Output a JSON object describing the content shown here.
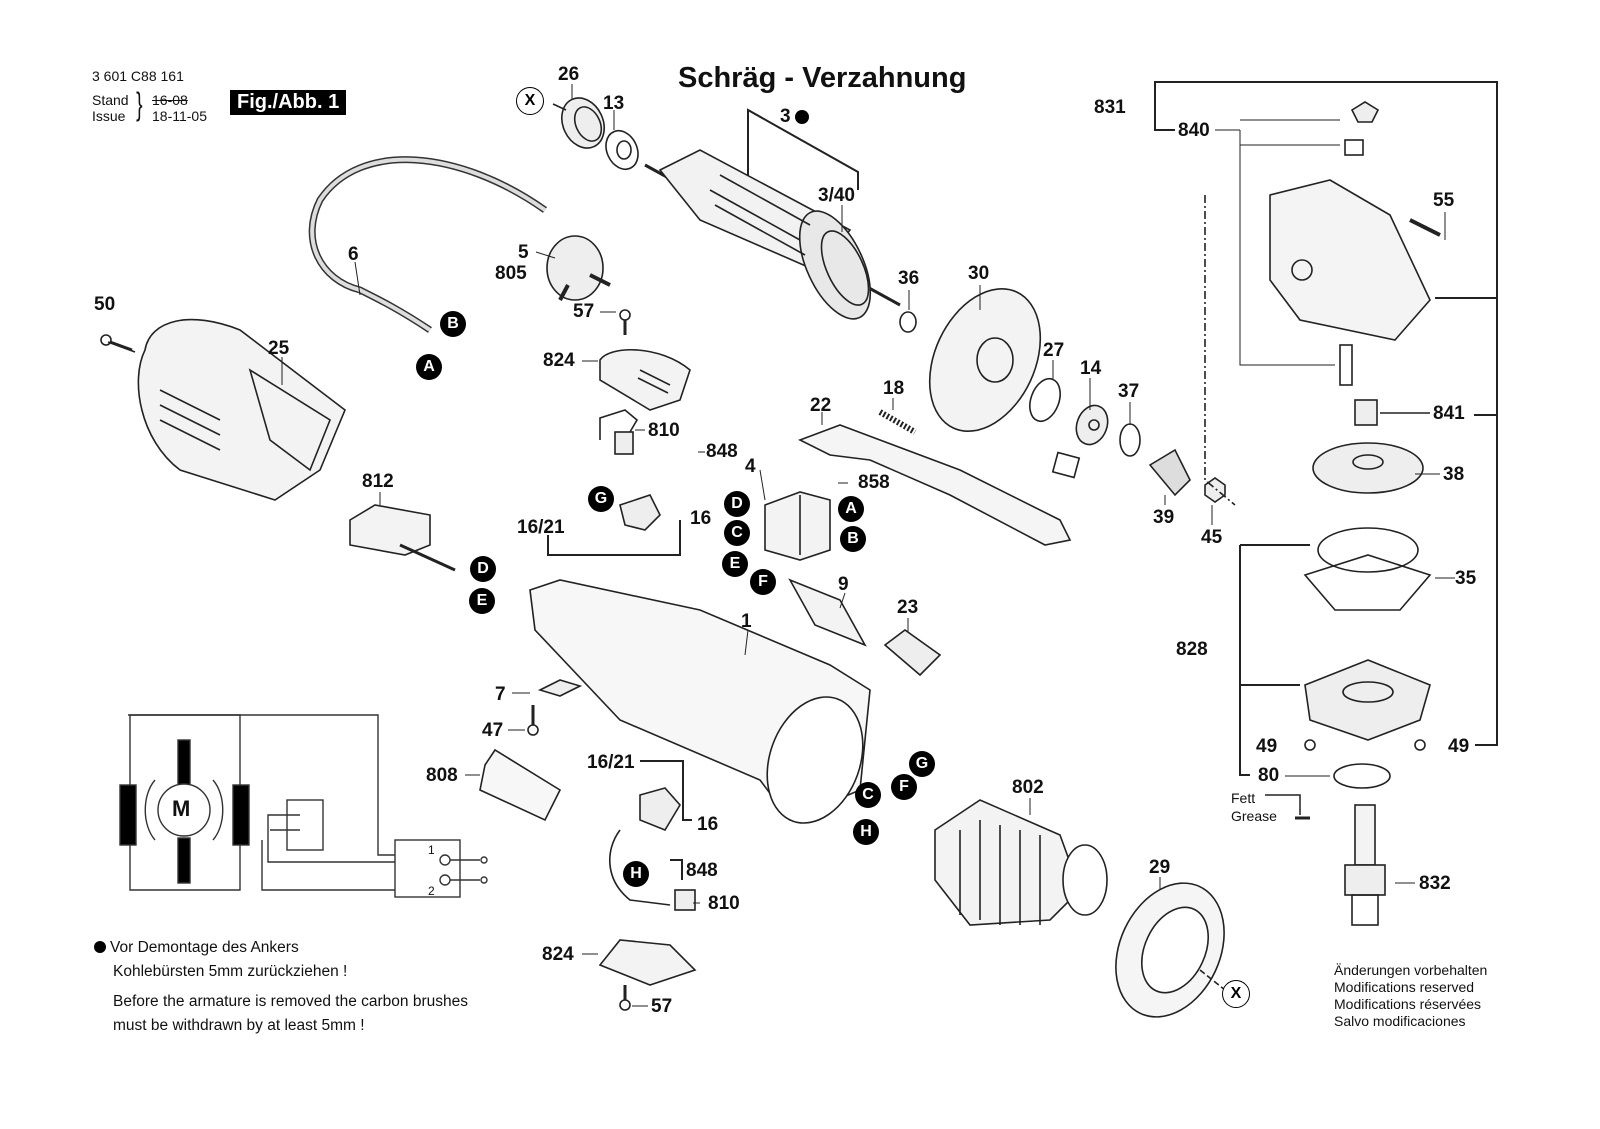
{
  "header": {
    "document_number": "3 601 C88 161",
    "stand_label": "Stand",
    "issue_label": "Issue",
    "old_date": "16-08",
    "issue_date": "18-11-05",
    "figure_label": "Fig./Abb. 1",
    "title": "Schräg - Verzahnung"
  },
  "part_labels": {
    "p26": "26",
    "p13": "13",
    "p3": "3",
    "p3_40": "3/40",
    "p5": "5",
    "p805": "805",
    "p6": "6",
    "p50": "50",
    "p25": "25",
    "p57a": "57",
    "p824a": "824",
    "p810a": "810",
    "p848a": "848",
    "p16a": "16",
    "p16_21a": "16/21",
    "p4": "4",
    "p858": "858",
    "p22": "22",
    "p18": "18",
    "p36": "36",
    "p30": "30",
    "p27": "27",
    "p14": "14",
    "p37": "37",
    "p39": "39",
    "p45": "45",
    "p9": "9",
    "p1": "1",
    "p23": "23",
    "p812": "812",
    "p7": "7",
    "p47": "47",
    "p808": "808",
    "p16_21b": "16/21",
    "p16b": "16",
    "p848b": "848",
    "p810b": "810",
    "p824b": "824",
    "p57b": "57",
    "p802": "802",
    "p29": "29",
    "p831": "831",
    "p840": "840",
    "p55": "55",
    "p841": "841",
    "p38": "38",
    "p35": "35",
    "p828": "828",
    "p49a": "49",
    "p49b": "49",
    "p80": "80",
    "p832": "832"
  },
  "connector_markers": {
    "cable_B": "B",
    "cable_A": "A",
    "brush_G": "G",
    "switch_D": "D",
    "switch_C": "C",
    "switch_E": "E",
    "switch_F": "F",
    "switch_A": "A",
    "switch_B": "B",
    "supp_D": "D",
    "supp_E": "E",
    "field_G": "G",
    "field_F": "F",
    "field_C": "C",
    "field_H": "H",
    "brush_H": "H",
    "bearing_X": "X",
    "ring_X": "X"
  },
  "wiring_schematic": {
    "motor_label": "M",
    "switch_pole_1": "1",
    "switch_pole_2": "2"
  },
  "grease_note": {
    "de": "Fett",
    "en": "Grease"
  },
  "armature_note": {
    "de_line1": "Vor Demontage des Ankers",
    "de_line2": "Kohlebürsten 5mm zurückziehen !",
    "en_line1": "Before the armature is removed the carbon brushes",
    "en_line2": "must be withdrawn by at least 5mm !"
  },
  "modifications_note": {
    "de": "Änderungen vorbehalten",
    "en": "Modifications reserved",
    "fr": "Modifications réservées",
    "es": "Salvo modificaciones"
  }
}
